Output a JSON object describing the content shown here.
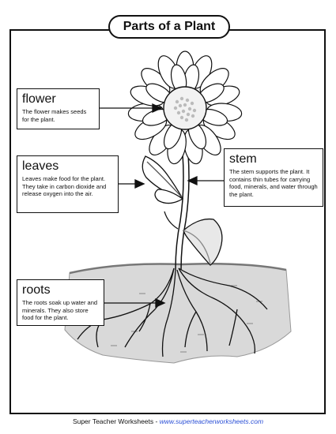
{
  "title": "Parts of a Plant",
  "labels": {
    "flower": {
      "heading": "flower",
      "description": "The flower makes seeds for the plant."
    },
    "leaves": {
      "heading": "leaves",
      "description": "Leaves make food for the plant. They take in carbon dioxide and release oxygen into the air."
    },
    "stem": {
      "heading": "stem",
      "description": "The stem supports the plant. It contains thin tubes for carrying food, minerals, and water through the plant."
    },
    "roots": {
      "heading": "roots",
      "description": "The roots soak up water and minerals. They also store food for the plant."
    }
  },
  "footer": {
    "publisher": "Super Teacher Worksheets - ",
    "url": "www.superteacherworksheets.com"
  }
}
